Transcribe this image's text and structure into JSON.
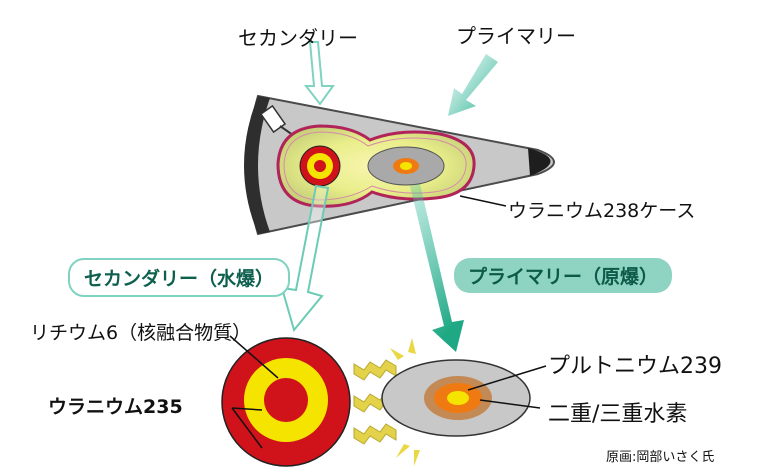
{
  "labels": {
    "secondary_top": "セカンダリー",
    "primary_top": "プライマリー",
    "casing": "ウラニウム238ケース",
    "secondary_box": "セカンダリー（水爆）",
    "primary_box": "プライマリー（原爆）",
    "lithium": "リチウム6（核融合物質）",
    "uranium235": "ウラニウム235",
    "plutonium": "プルトニウム239",
    "deuterium": "二重/三重水素",
    "credit": "原画:岡部いさく氏"
  },
  "colors": {
    "casing": "#c8c8c8",
    "red": "#d0121b",
    "yellow": "#f5e400",
    "teal": "#47c1a8",
    "teal_pill": "#8fd3c2",
    "magenta": "#b0245a",
    "orange": "#f07a12"
  }
}
